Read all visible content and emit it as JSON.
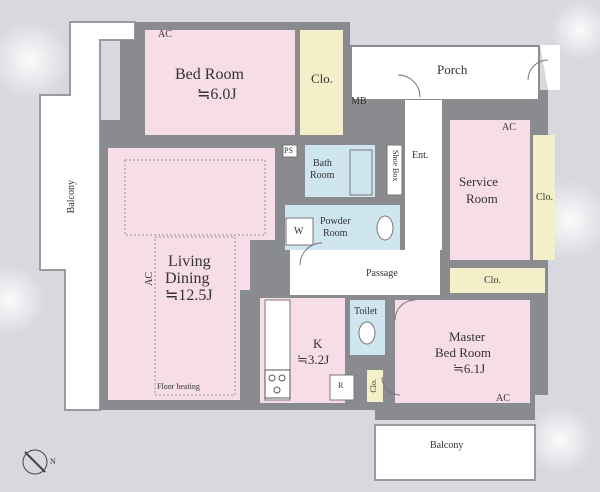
{
  "plan": {
    "rooms": {
      "bedroom": {
        "name": "Bed Room",
        "size": "≒6.0J"
      },
      "living": {
        "name1": "Living",
        "name2": "Dining",
        "size": "≒12.5J"
      },
      "service": {
        "name1": "Service",
        "name2": "Room"
      },
      "master": {
        "name1": "Master",
        "name2": "Bed Room",
        "size": "≒6.1J"
      },
      "kitchen": {
        "name": "K",
        "size": "≒3.2J"
      },
      "bath": {
        "name1": "Bath",
        "name2": "Room"
      },
      "powder": {
        "name1": "Powder",
        "name2": "Room"
      },
      "toilet": {
        "name": "Toilet"
      },
      "passage": {
        "name": "Passage"
      },
      "entrance": {
        "name": "Ent."
      },
      "porch": {
        "name": "Porch"
      }
    },
    "labels": {
      "balcony_left": "Balcony",
      "balcony_bottom": "Balcony",
      "closet": "Clo.",
      "mb": "MB",
      "ps": "PS",
      "ac": "AC",
      "shoe_box": "Shoe Box",
      "washer": "W",
      "fridge": "R",
      "floor_heating": "Floor heating",
      "north": "N"
    },
    "colors": {
      "wall": "#8a8b8e",
      "bedroom": "#f6dde8",
      "wet": "#cfe5ef",
      "closet": "#f3f0c9",
      "floor": "#ffffff"
    }
  }
}
